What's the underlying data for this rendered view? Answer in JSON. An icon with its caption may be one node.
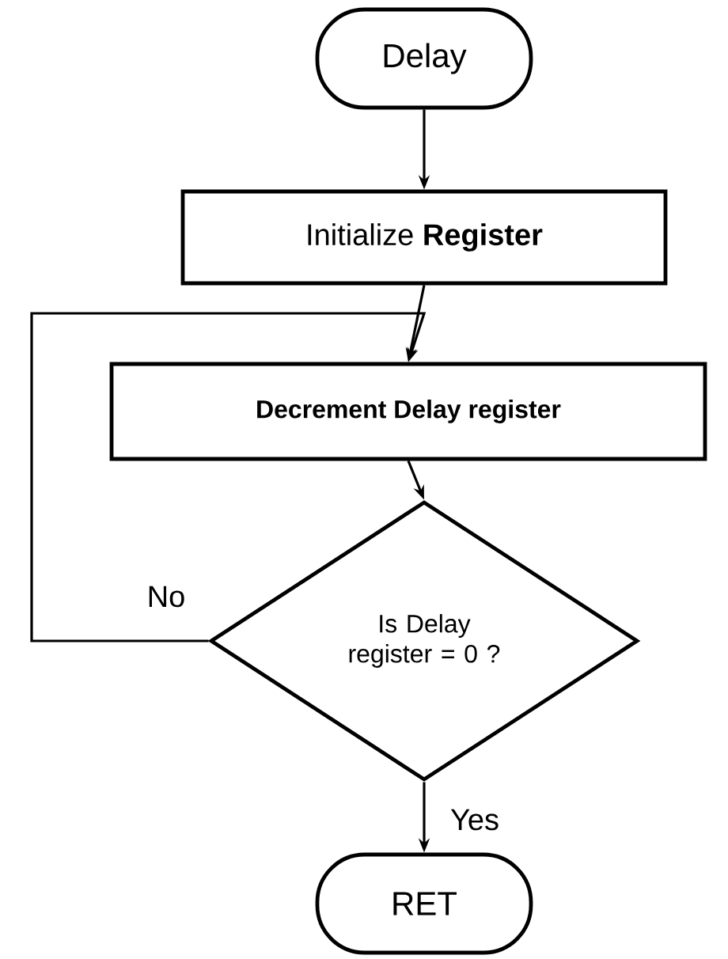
{
  "diagram": {
    "nodes": [
      {
        "text": [
          "Delay"
        ]
      },
      {
        "text": [
          "Initialize **Register**"
        ]
      },
      {
        "text": [
          "Decrement Delay register"
        ]
      },
      {
        "text": [
          "Is Delay register = 0 ?"
        ]
      },
      {
        "text": [
          "RET"
        ]
      }
    ],
    "edges": [
      {
        "from": 0,
        "to": 1,
        "arrow": "to"
      },
      {
        "from": 1,
        "to": 2,
        "arrow": "to"
      },
      {
        "from": 2,
        "to": 3,
        "arrow": "to"
      },
      {
        "from": 3,
        "to": 4,
        "arrow": "to",
        "label": "Yes"
      },
      {
        "from": 3,
        "to": 2,
        "arrow": "to",
        "label": "No"
      }
    ]
  }
}
